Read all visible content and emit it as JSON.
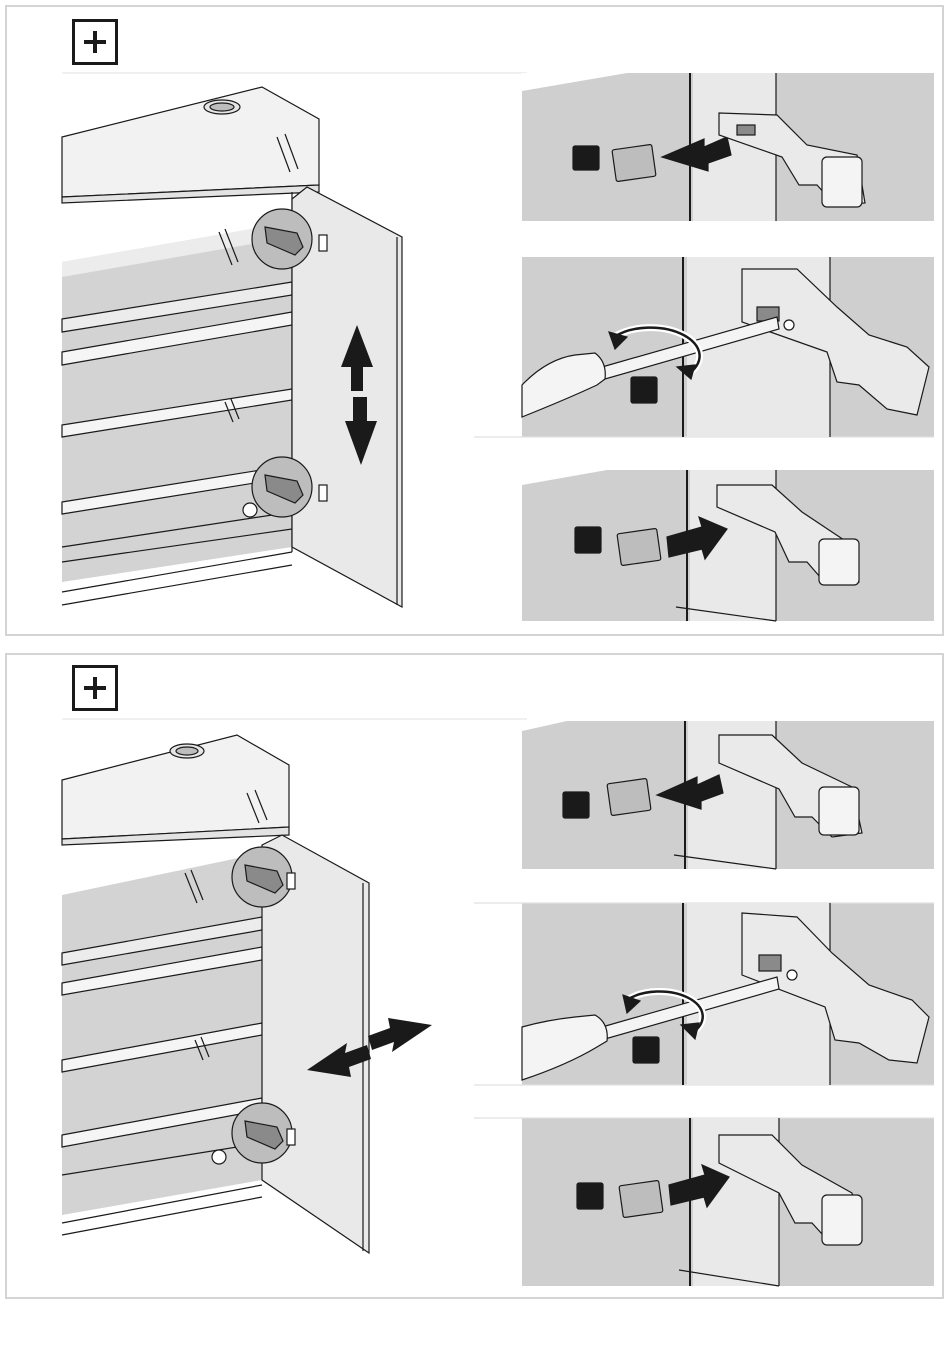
{
  "page": {
    "title": "",
    "colors": {
      "background": "#ffffff",
      "frame": "#d4d4d4",
      "wall": "#cfcfcf",
      "panel_light": "#e8e8e8",
      "line": "#1a1a1a",
      "marker": "#1a1a1a"
    }
  },
  "panels": [
    {
      "icon": "plus-square-icon",
      "main_view": "cabinet-with-door-open-vertical-adjust",
      "adjustment": "up-down",
      "steps": [
        {
          "action": "remove-hinge-cover",
          "arrow": "left",
          "marker": "black-square"
        },
        {
          "action": "turn-screw",
          "tool": "screwdriver",
          "marker": "black-square"
        },
        {
          "action": "refit-hinge-cover",
          "arrow": "right",
          "marker": "black-square"
        }
      ]
    },
    {
      "icon": "plus-square-icon",
      "main_view": "cabinet-with-door-open-lateral-adjust",
      "adjustment": "left-right",
      "steps": [
        {
          "action": "remove-hinge-cover",
          "arrow": "left",
          "marker": "black-square"
        },
        {
          "action": "turn-screw",
          "tool": "screwdriver",
          "marker": "black-square"
        },
        {
          "action": "refit-hinge-cover",
          "arrow": "right",
          "marker": "black-square"
        }
      ]
    }
  ]
}
